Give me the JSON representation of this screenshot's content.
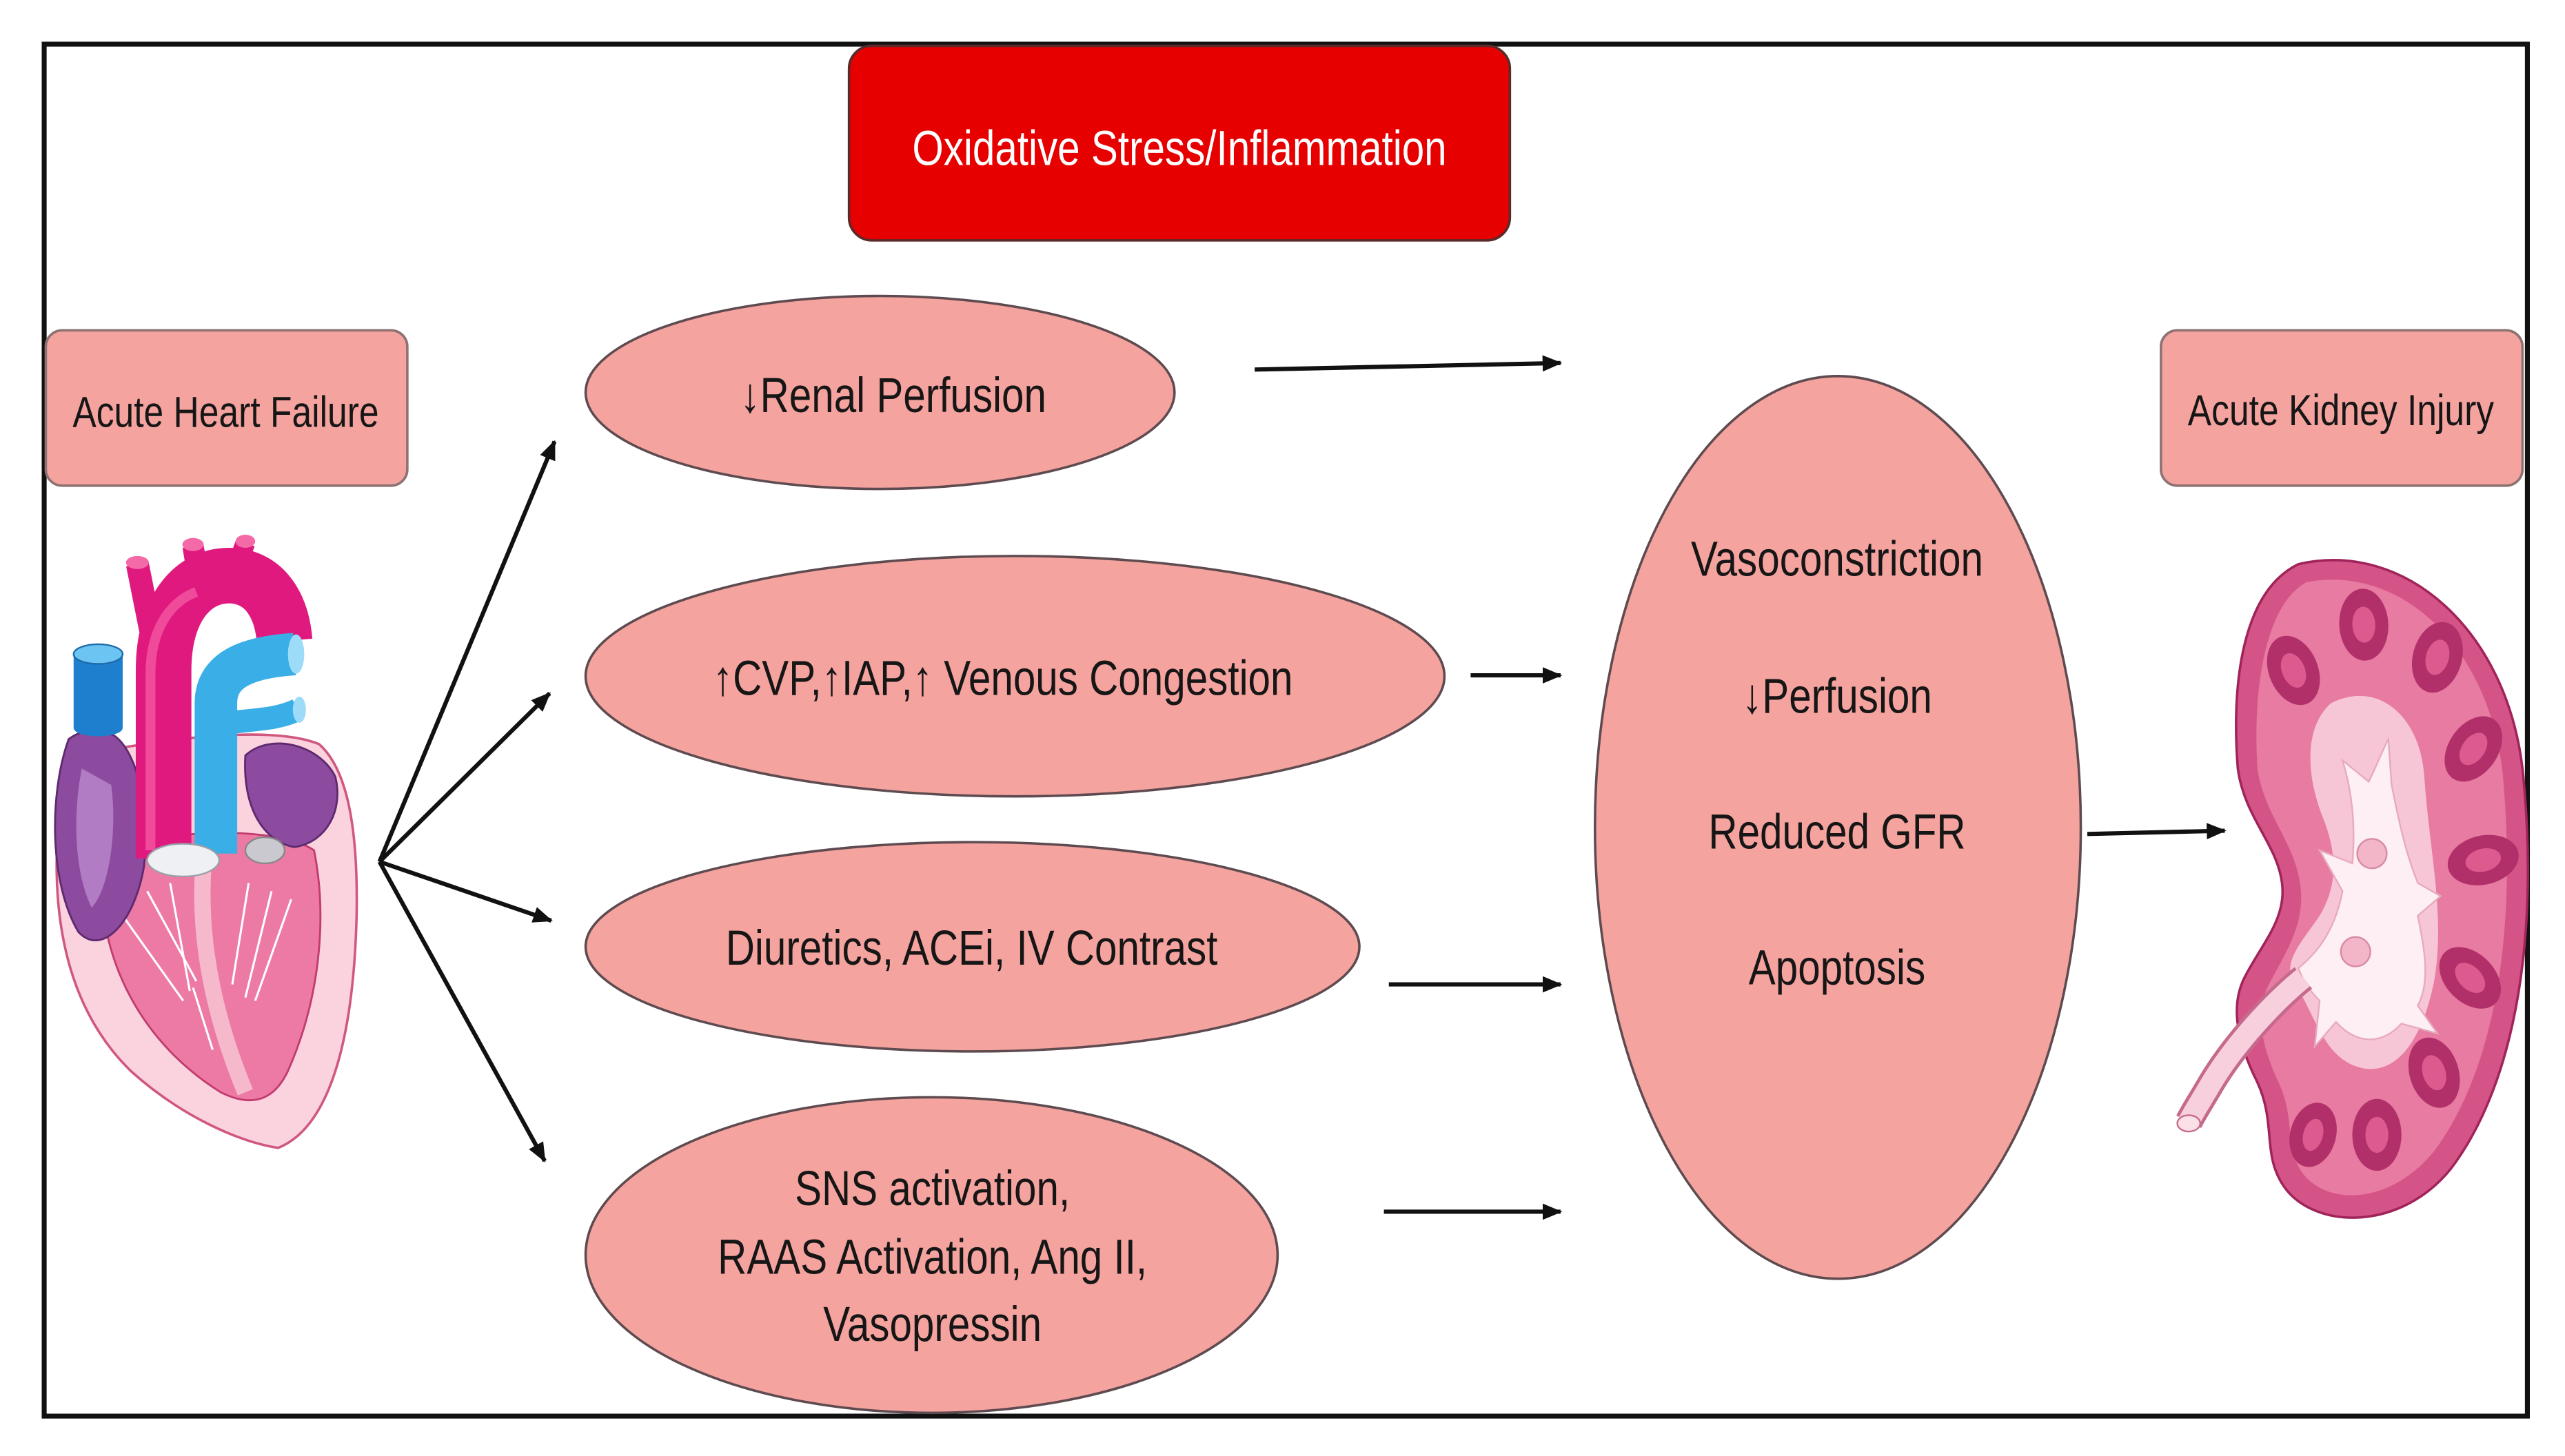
{
  "header": {
    "label": "Oxidative Stress/Inflammation"
  },
  "source": {
    "label": "Acute Heart Failure",
    "icon": "heart-icon"
  },
  "outcome": {
    "label": "Acute Kidney Injury",
    "icon": "kidney-icon"
  },
  "pathways": [
    {
      "lines": [
        "↓Renal Perfusion"
      ]
    },
    {
      "lines": [
        "↑CVP,↑IAP,↑ Venous Congestion"
      ]
    },
    {
      "lines": [
        "Diuretics, ACEi, IV Contrast"
      ]
    },
    {
      "lines": [
        "SNS activation,",
        "RAAS Activation, Ang II,",
        "Vasopressin"
      ]
    }
  ],
  "mechanisms": [
    "Vasoconstriction",
    "↓Perfusion",
    "Reduced GFR",
    "Apoptosis"
  ],
  "colors": {
    "node_fill": "#f5a39f",
    "node_stroke": "#5e4b50",
    "header_fill": "#e60000",
    "header_text": "#ffffff",
    "arrow": "#111111"
  }
}
